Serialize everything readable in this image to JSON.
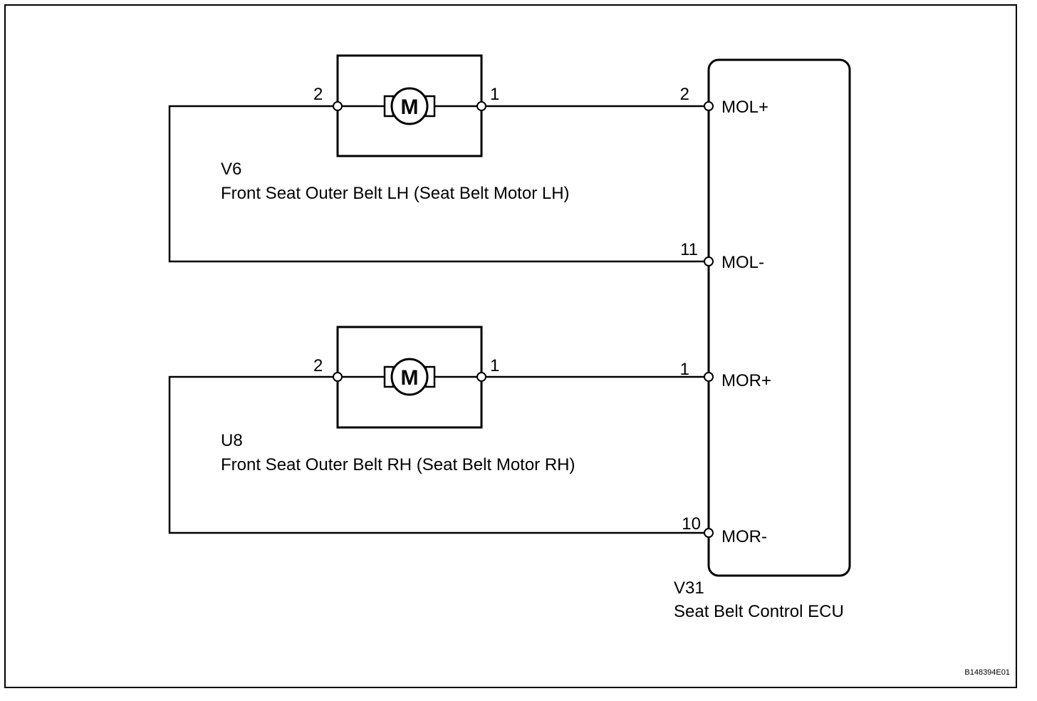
{
  "motor_lh": {
    "code": "V6",
    "name": "Front Seat Outer Belt LH (Seat Belt Motor LH)",
    "symbol": "M",
    "pin_left": "2",
    "pin_right": "1"
  },
  "motor_rh": {
    "code": "U8",
    "name": "Front Seat Outer Belt RH (Seat Belt Motor RH)",
    "symbol": "M",
    "pin_left": "2",
    "pin_right": "1"
  },
  "ecu": {
    "code": "V31",
    "name": "Seat Belt Control ECU",
    "pins": [
      {
        "number": "2",
        "signal": "MOL+"
      },
      {
        "number": "11",
        "signal": "MOL-"
      },
      {
        "number": "1",
        "signal": "MOR+"
      },
      {
        "number": "10",
        "signal": "MOR-"
      }
    ]
  },
  "figure_ref": "B148394E01",
  "colors": {
    "line": "#000000",
    "background": "#ffffff"
  }
}
